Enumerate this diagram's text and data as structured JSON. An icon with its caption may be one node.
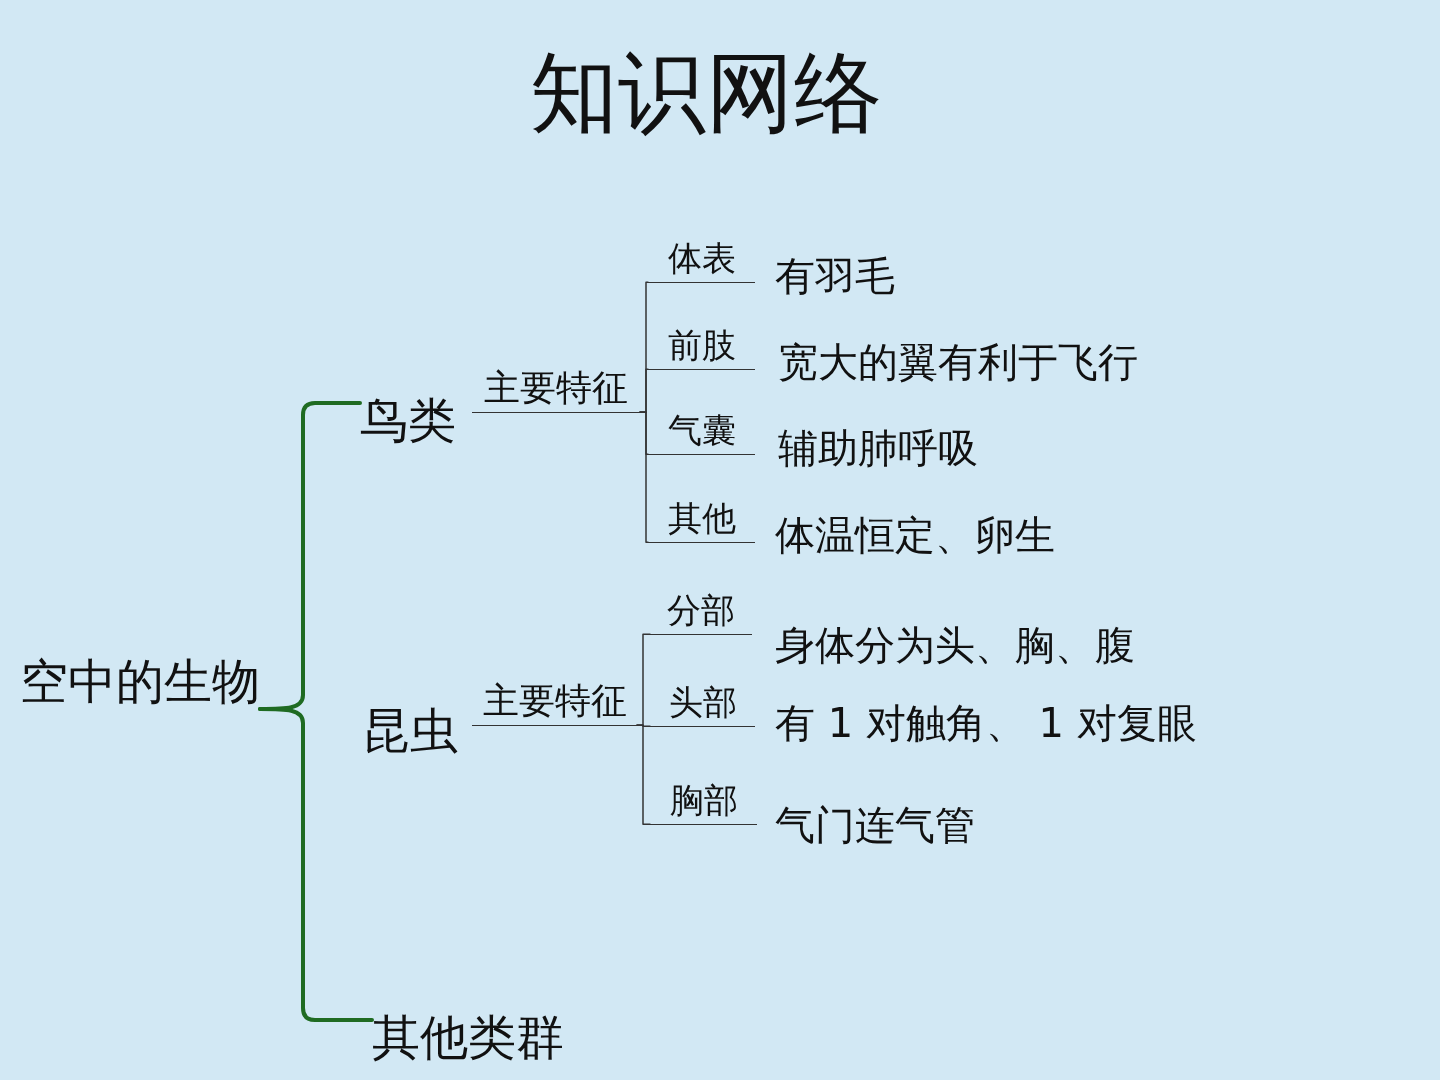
{
  "diagram": {
    "title": "知识网络",
    "nodes": [
      {
        "text": [
          "空中的生物"
        ]
      },
      {
        "text": [
          "鸟类"
        ]
      },
      {
        "text": [
          "主要特征"
        ]
      },
      {
        "text": [
          "体表"
        ],
        "beside": [
          "有羽毛"
        ]
      },
      {
        "text": [
          "前肢"
        ],
        "beside": [
          "宽大的翼有利于飞行"
        ]
      },
      {
        "text": [
          "气囊"
        ],
        "beside": [
          "辅助肺呼吸"
        ]
      },
      {
        "text": [
          "其他"
        ],
        "beside": [
          "体温恒定、卵生"
        ]
      },
      {
        "text": [
          "昆虫"
        ]
      },
      {
        "text": [
          "主要特征"
        ]
      },
      {
        "text": [
          "分部"
        ],
        "beside": [
          "身体分为头、胸、腹"
        ]
      },
      {
        "text": [
          "头部"
        ],
        "beside": [
          "有 1 对触角、 1 对复眼"
        ]
      },
      {
        "text": [
          "胸部"
        ],
        "beside": [
          "气门连气管"
        ]
      },
      {
        "text": [
          "其他类群"
        ]
      }
    ],
    "edges": [
      {
        "from": 0,
        "to": 1,
        "arrow": "none",
        "style": "thick",
        "color": "#1f6b22"
      },
      {
        "from": 0,
        "to": 12,
        "arrow": "none",
        "style": "thick",
        "color": "#1f6b22"
      },
      {
        "from": 2,
        "to": 3,
        "arrow": "none"
      },
      {
        "from": 2,
        "to": 4,
        "arrow": "none"
      },
      {
        "from": 2,
        "to": 5,
        "arrow": "none"
      },
      {
        "from": 2,
        "to": 6,
        "arrow": "none"
      },
      {
        "from": 8,
        "to": 9,
        "arrow": "none"
      },
      {
        "from": 8,
        "to": 10,
        "arrow": "none"
      },
      {
        "from": 8,
        "to": 11,
        "arrow": "none"
      }
    ]
  }
}
